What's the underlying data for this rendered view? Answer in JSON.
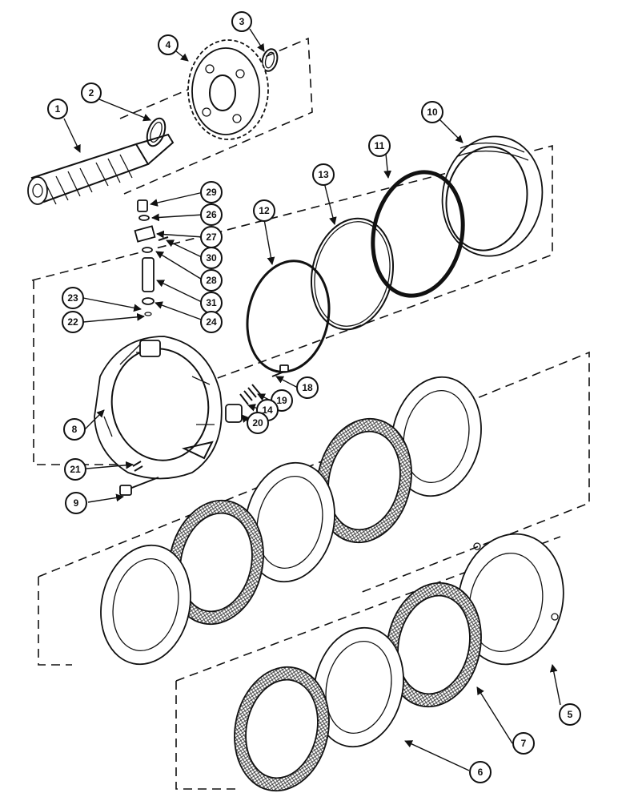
{
  "callouts": {
    "c1": "1",
    "c2": "2",
    "c3": "3",
    "c4": "4",
    "c5": "5",
    "c6": "6",
    "c7": "7",
    "c8": "8",
    "c9": "9",
    "c10": "10",
    "c11": "11",
    "c12": "12",
    "c13": "13",
    "c14": "14",
    "c18": "18",
    "c19": "19",
    "c20": "20",
    "c21": "21",
    "c22": "22",
    "c23": "23",
    "c24": "24",
    "c26": "26",
    "c27": "27",
    "c28": "28",
    "c29": "29",
    "c30": "30",
    "c31": "31"
  }
}
